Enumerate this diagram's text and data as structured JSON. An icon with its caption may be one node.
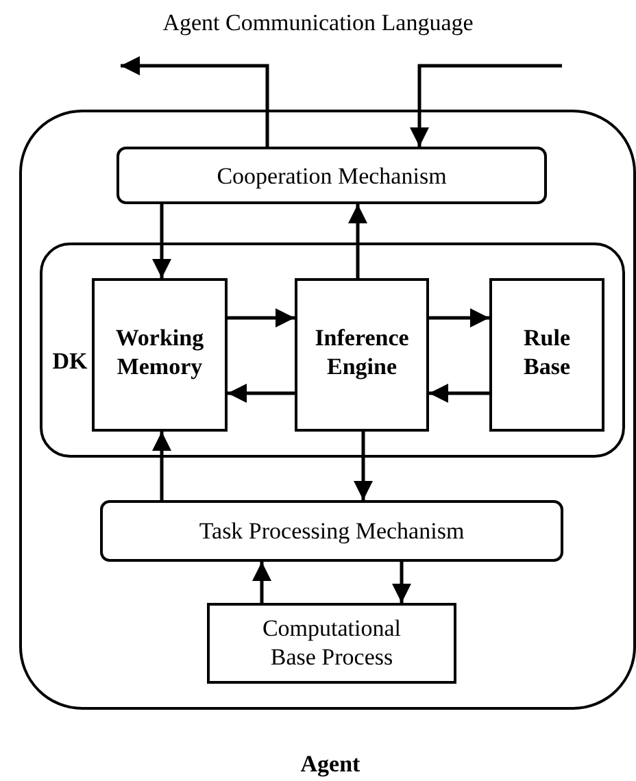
{
  "diagram": {
    "nodes": [
      {
        "text": [
          "Agent"
        ]
      },
      {
        "text": [
          "Cooperation Mechanism"
        ],
        "in": 0
      },
      {
        "text": [
          "DK"
        ],
        "in": 0
      },
      {
        "text": [
          "Working Memory"
        ],
        "in": 2
      },
      {
        "text": [
          "Inference Engine"
        ],
        "in": 2
      },
      {
        "text": [
          "Rule Base"
        ],
        "in": 2
      },
      {
        "text": [
          "Task Processing Mechanism"
        ],
        "in": 0
      },
      {
        "text": [
          "Computational Base Process"
        ],
        "in": 0
      }
    ],
    "edges": [
      {
        "from": 1,
        "to": null,
        "arrow": "to"
      },
      {
        "from": null,
        "to": 1,
        "arrow": "to"
      },
      {
        "from": 1,
        "to": 3,
        "arrow": "to"
      },
      {
        "from": 4,
        "to": 1,
        "arrow": "to"
      },
      {
        "from": 3,
        "to": 4,
        "arrow": "to"
      },
      {
        "from": 4,
        "to": 3,
        "arrow": "to"
      },
      {
        "from": 4,
        "to": 5,
        "arrow": "to"
      },
      {
        "from": 5,
        "to": 4,
        "arrow": "to"
      },
      {
        "from": 6,
        "to": 3,
        "arrow": "to"
      },
      {
        "from": 4,
        "to": 6,
        "arrow": "to"
      },
      {
        "from": 7,
        "to": 6,
        "arrow": "to"
      },
      {
        "from": 6,
        "to": 7,
        "arrow": "to"
      }
    ],
    "labels": [
      "Agent Communication Language"
    ]
  }
}
